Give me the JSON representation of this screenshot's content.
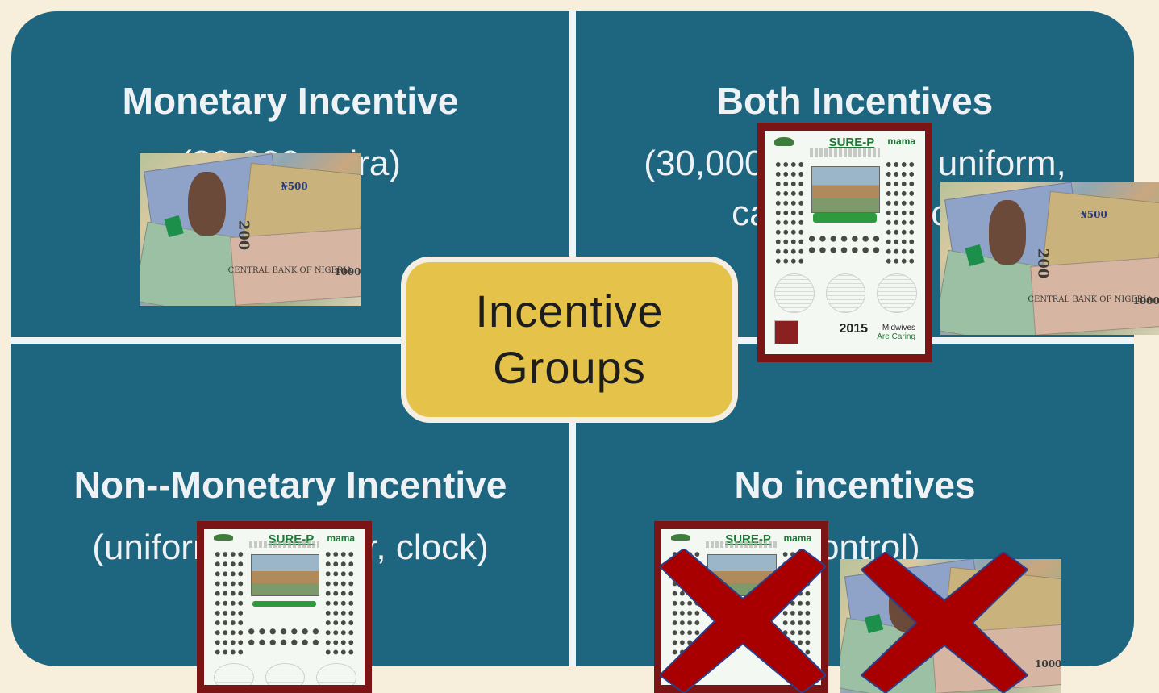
{
  "diagram": {
    "center_label_line1": "Incentive",
    "center_label_line2": "Groups",
    "quadrants": [
      {
        "title": "Monetary Incentive",
        "subtitle": "(30,000 naira)"
      },
      {
        "title": "Both Incentives",
        "subtitle": "(30,000 naira plus uniform, calendar, clock)"
      },
      {
        "title": "Non--Monetary Incentive",
        "subtitle": "(uniform, calendar, clock)"
      },
      {
        "title": "No incentives",
        "subtitle": "(control)"
      }
    ]
  },
  "images": {
    "poster": {
      "brand": "SURE-P",
      "partner": "mama",
      "year": "2015",
      "tagline_1": "Midwives",
      "tagline_2": "Are Caring"
    },
    "cash": {
      "note_500": "₦500",
      "note_200": "200",
      "note_1000": "1000",
      "bank": "CENTRAL BANK OF NIGERIA"
    }
  },
  "colors": {
    "board": "#1e6580",
    "center_box": "#e5c34b",
    "poster_frame": "#7b1515",
    "cross": "#a80000"
  },
  "icons": [
    "naira-notes-image",
    "calendar-poster-image",
    "cross-mark-icon"
  ]
}
